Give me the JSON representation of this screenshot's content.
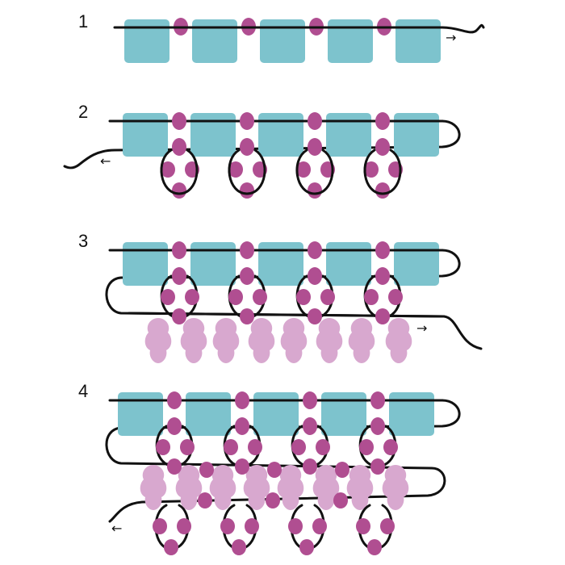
{
  "steps": [
    {
      "label": "1",
      "arrow": "→"
    },
    {
      "label": "2",
      "arrow": "←"
    },
    {
      "label": "3",
      "arrow": "→"
    },
    {
      "label": "4",
      "arrow": "←"
    }
  ],
  "colors": {
    "teal_block": "#7dc3cd",
    "round_bead": "#b04e91",
    "drop_bead": "#d8a8cf",
    "thread": "#111111"
  },
  "bead_types": [
    "square-bead",
    "round-bead",
    "drop-bead"
  ]
}
